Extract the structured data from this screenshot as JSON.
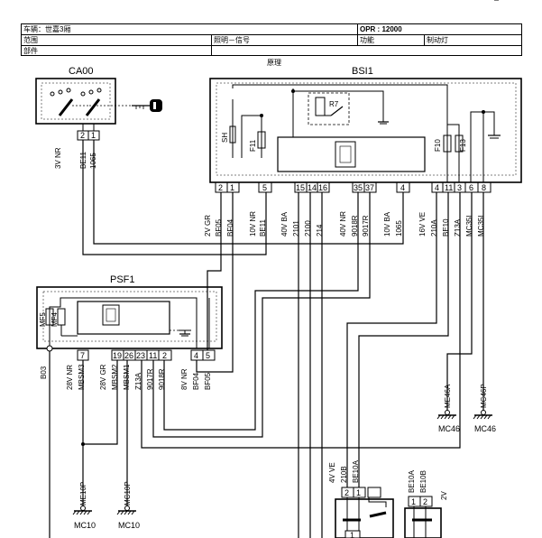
{
  "header": {
    "vehicle": "车辆：世嘉3厢",
    "opr": "OPR : 12000",
    "scope_label": "范围",
    "category": "照明－信号",
    "function_label": "功能",
    "function_value": "制动灯",
    "parts_label": "部件",
    "principle": "原理"
  },
  "components": {
    "ca00": "CA00",
    "bsi1": "BSI1",
    "psf1": "PSF1",
    "r7": "R7",
    "sh": "SH",
    "f11": "F11",
    "f10": "F10",
    "f13": "F13",
    "mf5": "MF5",
    "mf4": "MF4"
  },
  "ca00_pins": [
    "2",
    "1"
  ],
  "ca00_wires": {
    "spec": "3V NR",
    "w1": "BE11",
    "w2": "1065"
  },
  "bsi_pins_left": [
    "2",
    "1",
    "5"
  ],
  "bsi_wires_left": {
    "spec1": "2V GR",
    "w1": "BF05",
    "w2": "BF04",
    "spec2": "10V NR",
    "w3": "BE11"
  },
  "bsi_pins_mid": [
    "15",
    "14",
    "16",
    "35",
    "37",
    "4"
  ],
  "bsi_wires_mid": {
    "spec1": "40V BA",
    "w1": "2101",
    "w2": "2100",
    "w3": "214",
    "spec2": "40V NR",
    "w4": "9018R",
    "w5": "9017R",
    "spec3": "10V BA",
    "w6": "1065"
  },
  "bsi_pins_right": [
    "4",
    "11",
    "3",
    "6",
    "8"
  ],
  "bsi_wires_right": {
    "spec1": "16V VE",
    "w1": "210A",
    "w2": "BE10",
    "w3": "Z13A",
    "w4": "MC35I",
    "w5": "MC35I"
  },
  "psf_pins": [
    "7",
    "19",
    "26",
    "23",
    "11",
    "2",
    "4",
    "5"
  ],
  "psf_wires": {
    "b03": "B03",
    "spec1": "28V NR",
    "w1": "MBSM3",
    "spec2": "28V GR",
    "w2": "MBSM2",
    "w3": "MBSM1",
    "w4": "Z13A",
    "w5": "9017R",
    "w6": "9018R",
    "spec3": "8V NR",
    "w7": "BF04",
    "w8": "BF05"
  },
  "grounds": {
    "me46a": "ME46A",
    "mc46_a": "MC46",
    "mc46p": "MC46P",
    "mc46_b": "MC46",
    "me10p": "ME10P",
    "mc10_a": "MC10",
    "mc10p": "MC10P",
    "mc10_b": "MC10"
  },
  "bottom": {
    "spec1": "4V VE",
    "w1": "210B",
    "w2": "BE10A",
    "w3": "BE10A",
    "w4": "BE10B",
    "spec2": "2V",
    "pins_a": [
      "2",
      "1"
    ],
    "pins_b": [
      "1",
      "2"
    ],
    "pin_c": "1"
  }
}
